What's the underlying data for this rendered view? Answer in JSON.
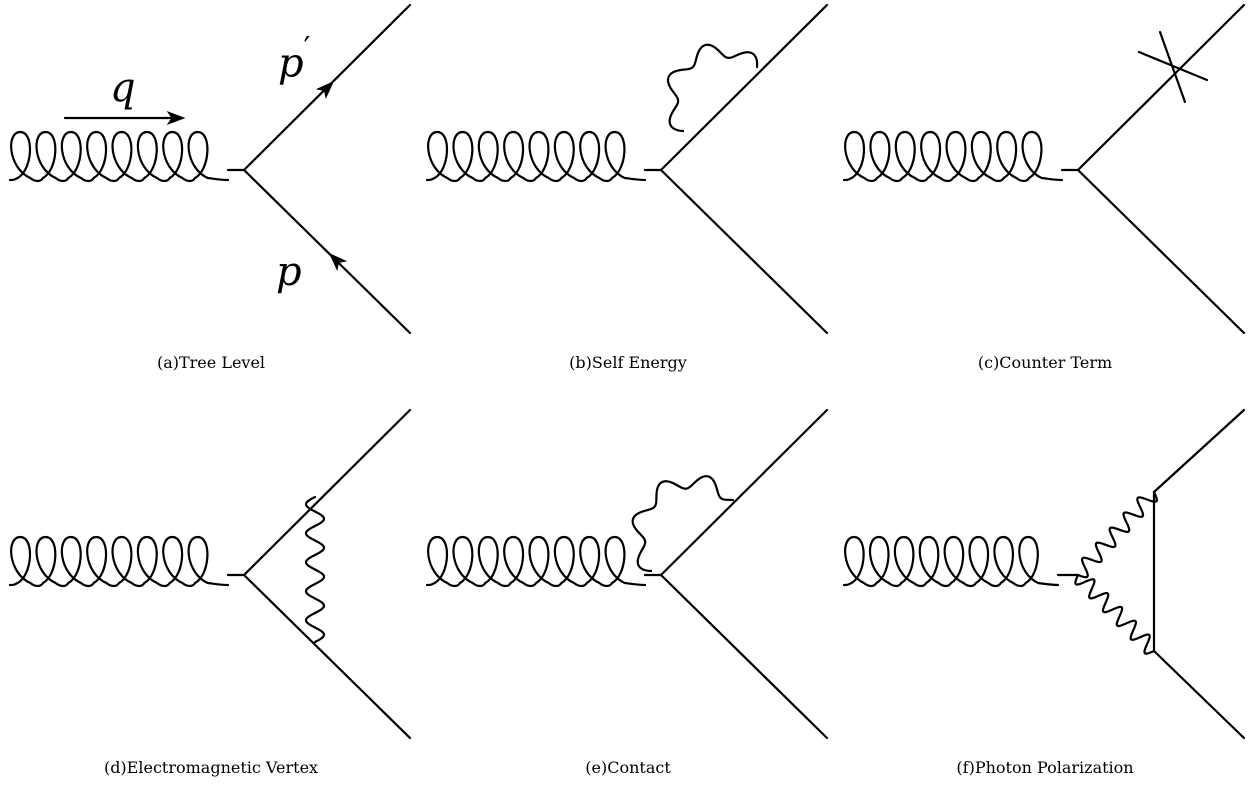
{
  "diagrams": [
    {
      "id": "a",
      "caption": "(a)Tree Level",
      "kind": "tree"
    },
    {
      "id": "b",
      "caption": "(b)Self Energy",
      "kind": "self_energy"
    },
    {
      "id": "c",
      "caption": "(c)Counter Term",
      "kind": "counter_term"
    },
    {
      "id": "d",
      "caption": "(d)Electromagnetic Vertex",
      "kind": "vertex"
    },
    {
      "id": "e",
      "caption": "(e)Contact",
      "kind": "contact"
    },
    {
      "id": "f",
      "caption": "(f)Photon Polarization",
      "kind": "polarization"
    }
  ],
  "labels": {
    "q": "q",
    "p_prime": "p",
    "prime": "′",
    "p": "p"
  }
}
